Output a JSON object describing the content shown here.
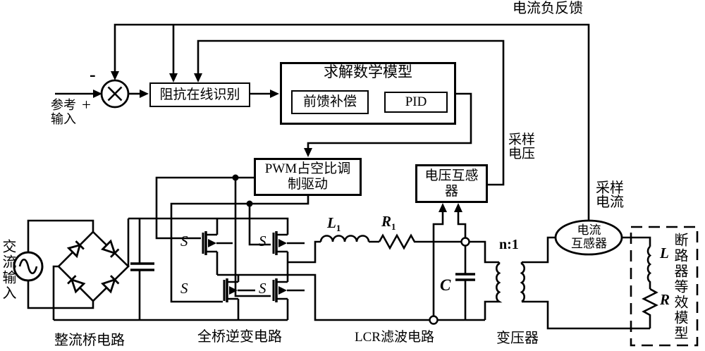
{
  "labels": {
    "current_feedback": "电流负反馈",
    "reference_input": "参考\n输入",
    "minus": "-",
    "plus": "+",
    "sampling_voltage": "采样\n电压",
    "sampling_current": "采样\n电流",
    "ac_input": "交流输入",
    "breaker_model": "断路器等效模型"
  },
  "blocks": {
    "impedance": "阻抗在线识别",
    "math_model_title": "求解数学模型",
    "feedforward": "前馈补偿",
    "pid": "PID",
    "pwm": "PWM占空比调\n制驱动",
    "voltage_transformer": "电压互感\n器",
    "current_transformer": "电流\n互感器"
  },
  "components": {
    "l1_base": "L",
    "l1_sub": "1",
    "r1_base": "R",
    "r1_sub": "1",
    "cap": "C",
    "ratio": "n:1",
    "load_l": "L",
    "load_r": "R",
    "switch": "S"
  },
  "captions": {
    "rectifier": "整流桥电路",
    "inverter": "全桥逆变电路",
    "lcr": "LCR滤波电路",
    "transformer": "变压器"
  },
  "colors": {
    "line": "#000000",
    "background": "#ffffff"
  }
}
